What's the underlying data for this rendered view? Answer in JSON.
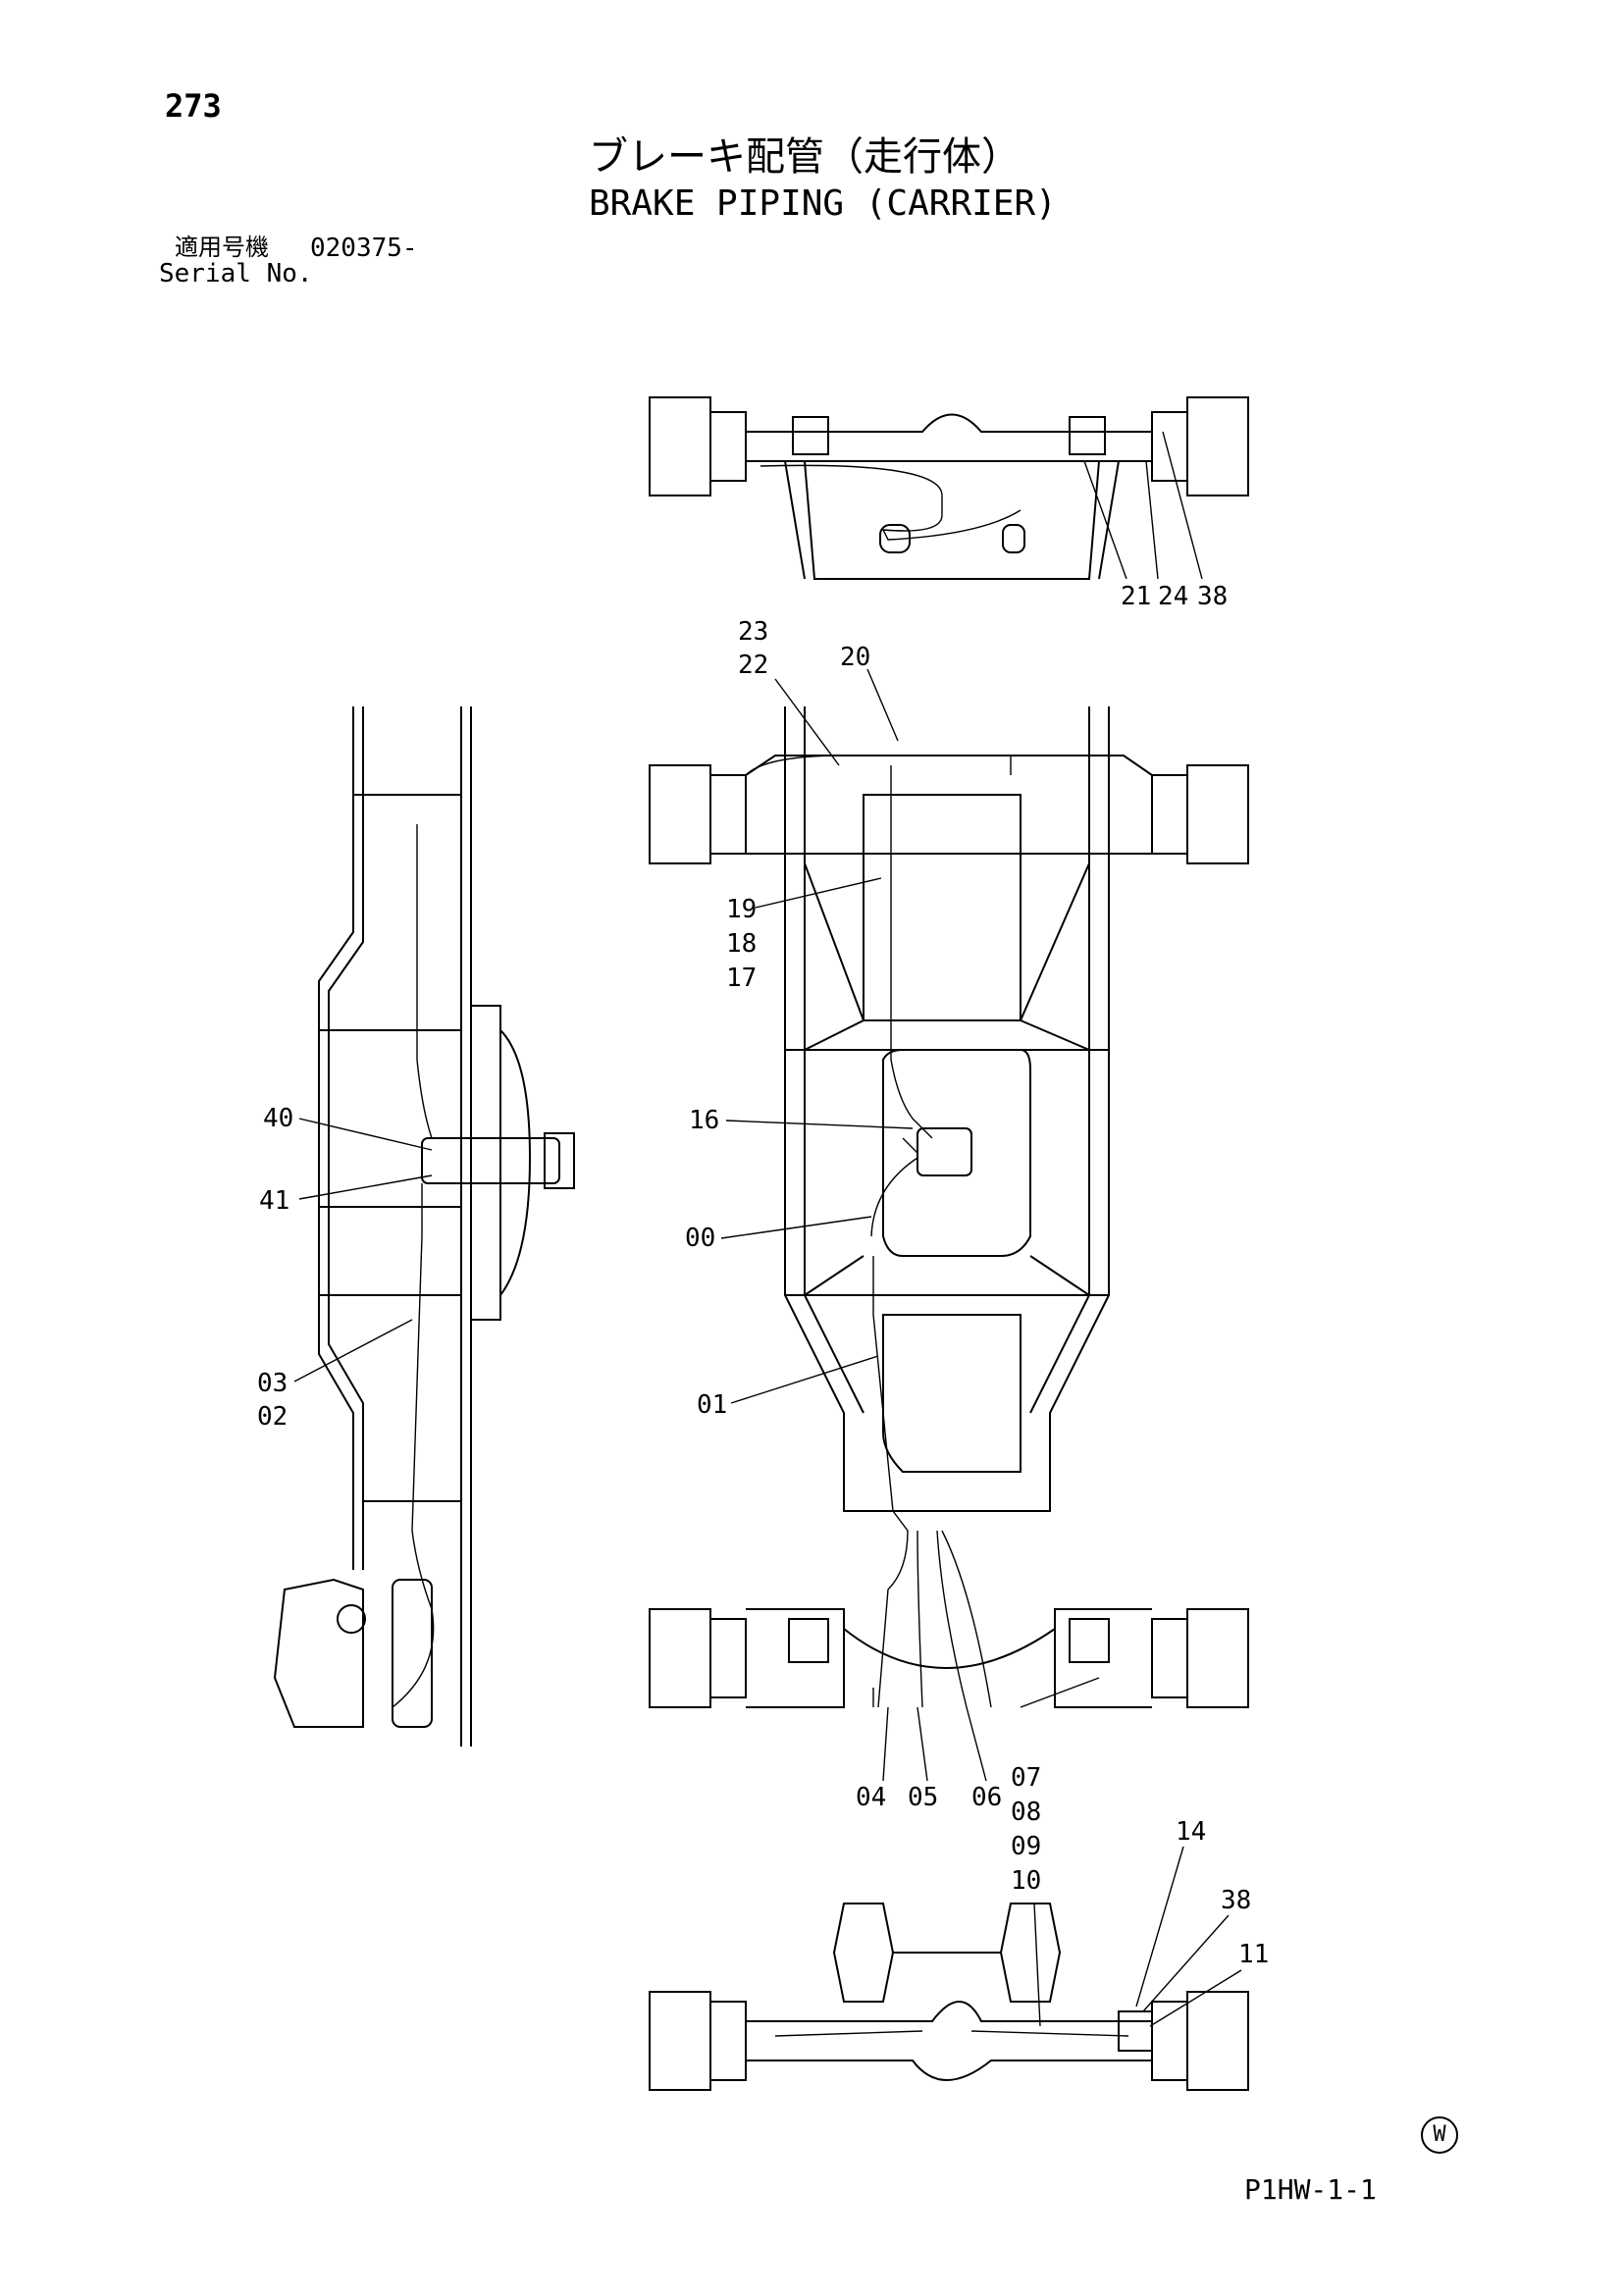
{
  "page_number": "273",
  "title": {
    "jp": "ブレーキ配管（走行体）",
    "en": "BRAKE PIPING (CARRIER)"
  },
  "serial": {
    "jp_label": "適用号機",
    "value": "020375-",
    "en_label": "Serial No."
  },
  "footer": {
    "mark": "W",
    "code": "P1HW-1-1"
  },
  "callouts": {
    "front_axle": [
      "21",
      "24",
      "38"
    ],
    "top_frame": [
      "23",
      "22",
      "20",
      "19",
      "18",
      "17",
      "16",
      "00",
      "01"
    ],
    "side_view": [
      "40",
      "41",
      "03",
      "02"
    ],
    "bottom": [
      "04",
      "05",
      "06",
      "07",
      "08",
      "09",
      "10"
    ],
    "rear_axle": [
      "14",
      "38",
      "11"
    ]
  }
}
